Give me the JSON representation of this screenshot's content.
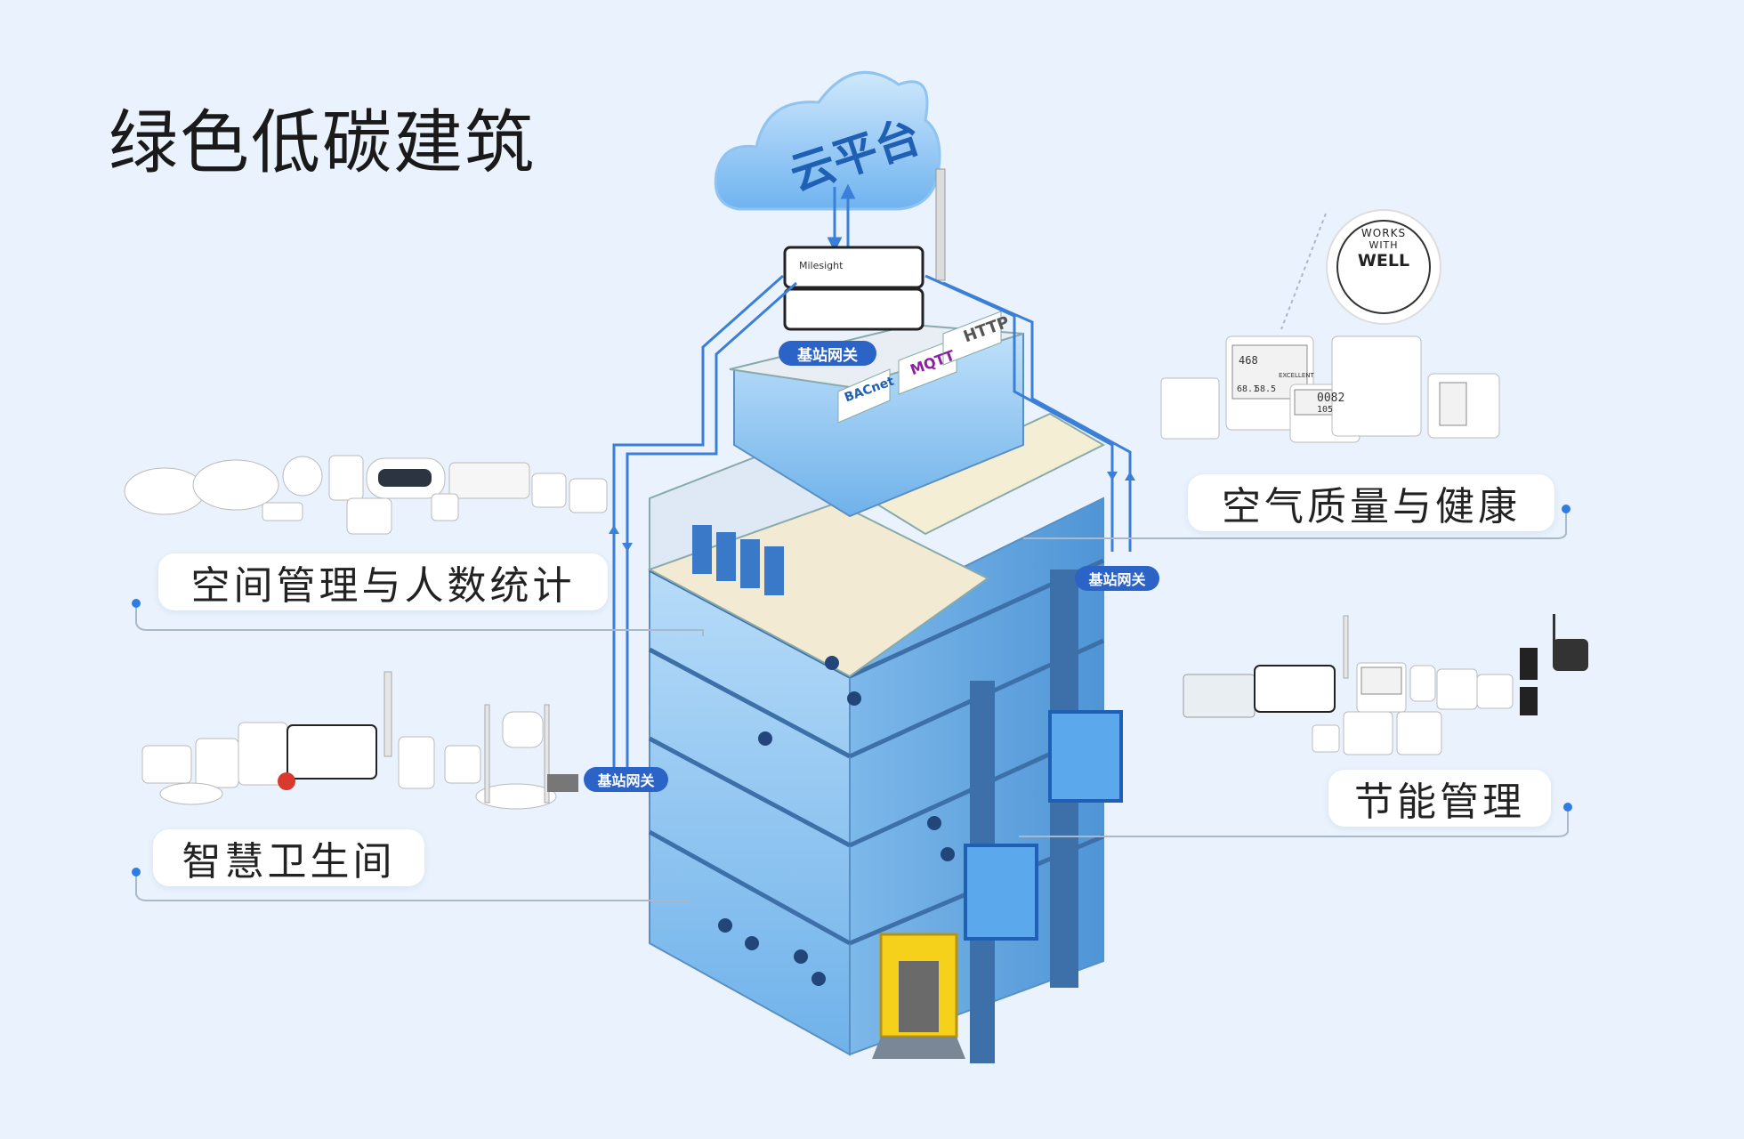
{
  "title": "绿色低碳建筑",
  "cloud_label": "云平台",
  "gateway_labels": [
    "基站网关",
    "基站网关",
    "基站网关"
  ],
  "protocols": [
    "BACnet",
    "MQTT",
    "HTTP"
  ],
  "badge": {
    "line1": "WORKS",
    "line2": "WITH",
    "line3": "WELL"
  },
  "categories": {
    "space": "空间管理与人数统计",
    "washroom": "智慧卫生间",
    "air": "空气质量与健康",
    "energy": "节能管理"
  },
  "device_screen": {
    "v1": "468",
    "v2": "68.1",
    "v3": "58.5",
    "v4": "0082",
    "v5": "105",
    "v6": "EXCELLENT"
  },
  "brand": "Milesight",
  "colors": {
    "accent": "#2f7de0",
    "glass": "#8cc4f0",
    "background": "#eaf3fd",
    "elevator": "#1f5fb4",
    "door": "#f5d11c"
  }
}
